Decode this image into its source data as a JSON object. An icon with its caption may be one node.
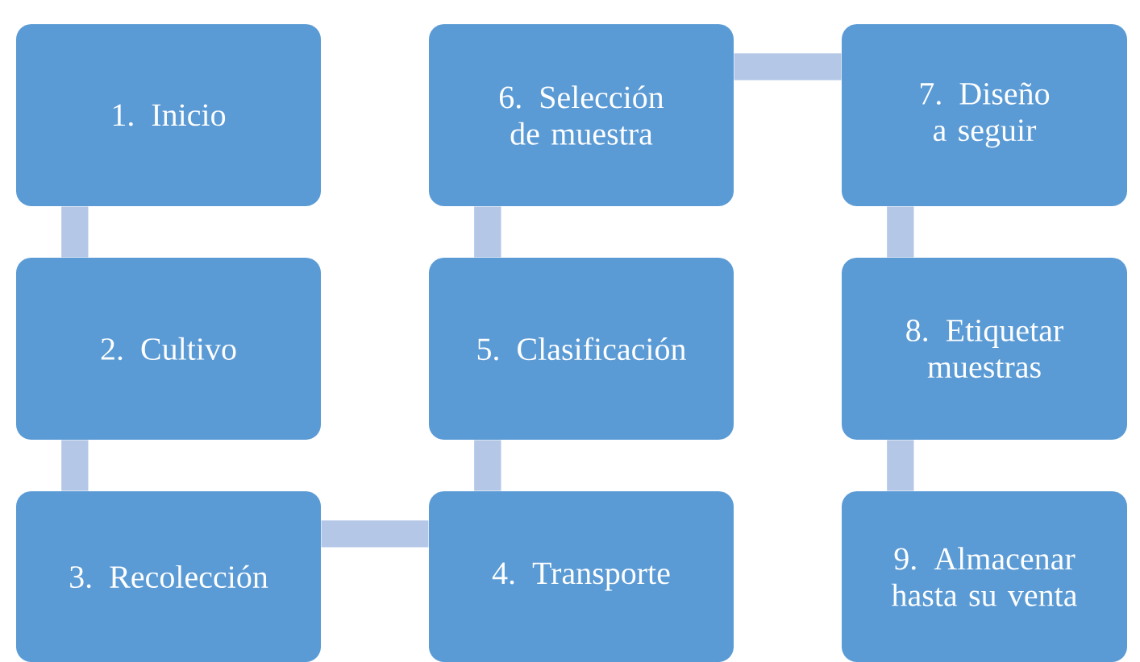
{
  "diagram": {
    "nodes": [
      {
        "text": [
          "1. Inicio"
        ]
      },
      {
        "text": [
          "2. Cultivo"
        ]
      },
      {
        "text": [
          "3. Recolección"
        ]
      },
      {
        "text": [
          "4. Transporte"
        ]
      },
      {
        "text": [
          "5. Clasificación"
        ]
      },
      {
        "text": [
          "6. Selección de muestra"
        ]
      },
      {
        "text": [
          "7. Diseño a seguir"
        ]
      },
      {
        "text": [
          "8. Etiquetar muestras"
        ]
      },
      {
        "text": [
          "9. Almacenar hasta su venta"
        ]
      }
    ],
    "edges": [
      {
        "from": 0,
        "to": 1,
        "arrow": "none"
      },
      {
        "from": 1,
        "to": 2,
        "arrow": "none"
      },
      {
        "from": 2,
        "to": 3,
        "arrow": "none"
      },
      {
        "from": 3,
        "to": 4,
        "arrow": "none"
      },
      {
        "from": 4,
        "to": 5,
        "arrow": "none"
      },
      {
        "from": 5,
        "to": 6,
        "arrow": "none"
      },
      {
        "from": 6,
        "to": 7,
        "arrow": "none"
      },
      {
        "from": 7,
        "to": 8,
        "arrow": "none"
      }
    ]
  }
}
